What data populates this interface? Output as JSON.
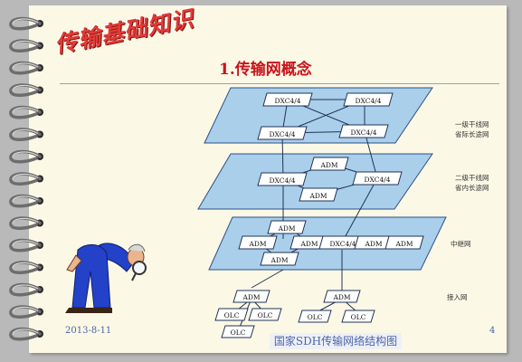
{
  "slide": {
    "brand_title": "传输基础知识",
    "heading": "1.传输网概念",
    "date": "2013-8-11",
    "page_number": "4",
    "caption": "国家SDH传输网络结构图"
  },
  "diagram": {
    "layers": [
      {
        "label_lines": [
          "一级干线网",
          "省际长途网"
        ],
        "nodes": [
          "DXC4/4",
          "DXC4/4",
          "DXC4/4",
          "DXC4/4"
        ]
      },
      {
        "label_lines": [
          "二级干线网",
          "省内长途网"
        ],
        "nodes": [
          "ADM",
          "DXC4/4",
          "DXC4/4",
          "ADM"
        ]
      },
      {
        "label_lines": [
          "中继网"
        ],
        "nodes": [
          "ADM",
          "ADM",
          "ADM",
          "ADM",
          "DXC4/4",
          "ADM",
          "ADM"
        ]
      },
      {
        "label_lines": [
          "接入网"
        ],
        "nodes": [
          "ADM",
          "ADM",
          "OLC",
          "OLC",
          "OLC",
          "OLC",
          "OLC"
        ]
      }
    ]
  },
  "colors": {
    "layer_fill": "#a9cfeb",
    "layer_stroke": "#2d4f86",
    "node_fill": "#ffffff",
    "link": "#223355",
    "heading": "#c8141c",
    "brand": "#e23b36",
    "footer_text": "#4a65a8"
  }
}
